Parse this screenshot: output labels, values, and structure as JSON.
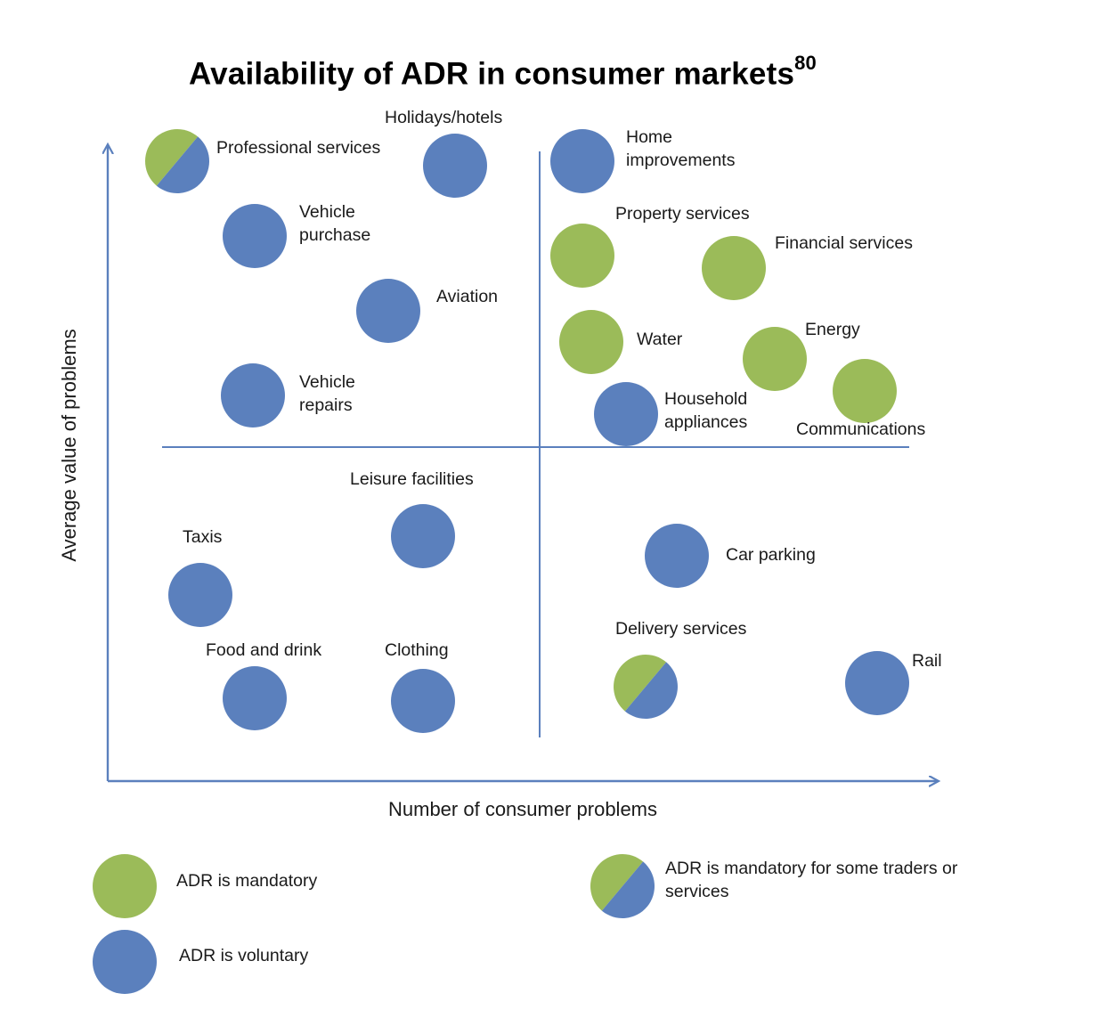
{
  "title": {
    "text": "Availability of ADR in consumer markets",
    "superscript": "80"
  },
  "axes": {
    "x_label": "Number of consumer problems",
    "y_label": "Average value of problems"
  },
  "colors": {
    "mandatory": "#9bbb59",
    "voluntary": "#5b80bd",
    "axis": "#5b80bd"
  },
  "markets": [
    {
      "name": "Professional services",
      "status": "mixed"
    },
    {
      "name": "Holidays/hotels",
      "status": "voluntary"
    },
    {
      "name": "Home improvements",
      "status": "voluntary"
    },
    {
      "name": "Vehicle purchase",
      "status": "voluntary"
    },
    {
      "name": "Property services",
      "status": "mandatory"
    },
    {
      "name": "Financial services",
      "status": "mandatory"
    },
    {
      "name": "Aviation",
      "status": "voluntary"
    },
    {
      "name": "Water",
      "status": "mandatory"
    },
    {
      "name": "Energy",
      "status": "mandatory"
    },
    {
      "name": "Vehicle repairs",
      "status": "voluntary"
    },
    {
      "name": "Household appliances",
      "status": "voluntary"
    },
    {
      "name": "Communications",
      "status": "mandatory"
    },
    {
      "name": "Leisure facilities",
      "status": "voluntary"
    },
    {
      "name": "Taxis",
      "status": "voluntary"
    },
    {
      "name": "Car parking",
      "status": "voluntary"
    },
    {
      "name": "Food and drink",
      "status": "voluntary"
    },
    {
      "name": "Clothing",
      "status": "voluntary"
    },
    {
      "name": "Delivery services",
      "status": "mixed"
    },
    {
      "name": "Rail",
      "status": "voluntary"
    }
  ],
  "legend": {
    "mandatory": "ADR is mandatory",
    "voluntary": "ADR is voluntary",
    "mixed": "ADR is mandatory for some traders or services"
  }
}
